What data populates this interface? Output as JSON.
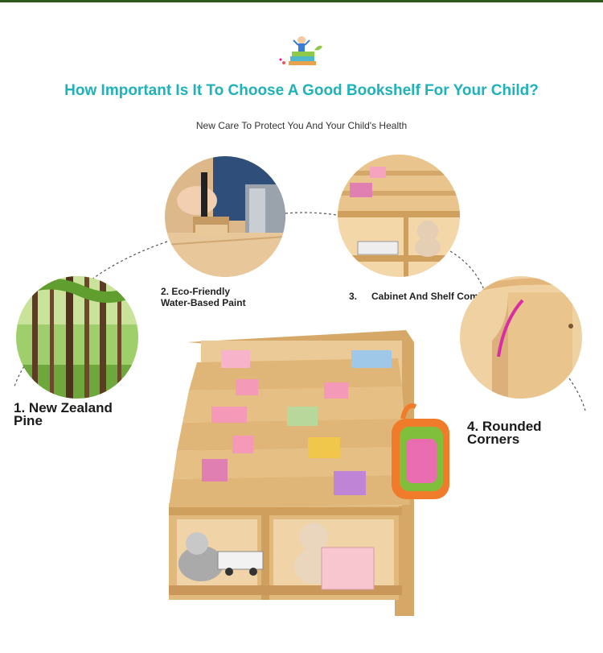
{
  "header": {
    "title": "How Important Is It To Choose A Good Bookshelf For Your Child?",
    "subtitle": "New Care To Protect You And Your Child's Health"
  },
  "features": {
    "f1": {
      "number": "1.",
      "line1": "New Zealand",
      "line2": "Pine"
    },
    "f2": {
      "line1": "2. Eco-Friendly",
      "line2": "Water-Based Paint"
    },
    "f3": {
      "number": "3.",
      "text": "Cabinet And Shelf Combination"
    },
    "f4": {
      "line1": "4. Rounded",
      "line2": "Corners"
    }
  },
  "colors": {
    "accent": "#20b2b9",
    "wood": "#e3bd86",
    "text": "#222222"
  },
  "icons": [
    "child-on-books-icon",
    "paint-brush-photo",
    "forest-photo",
    "shelf-photo",
    "rounded-corner-photo"
  ]
}
